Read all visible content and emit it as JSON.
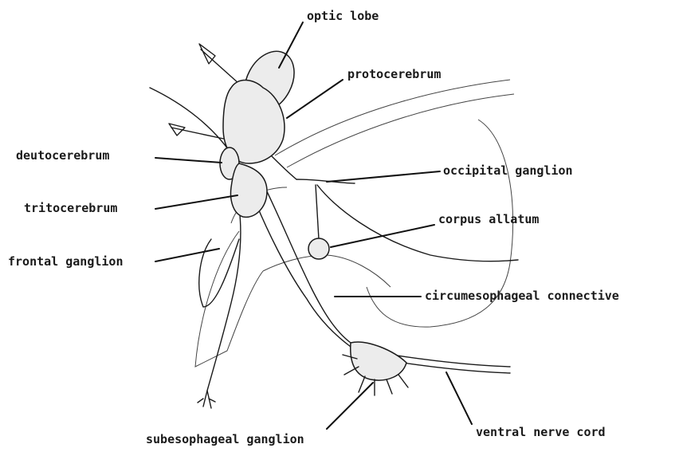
{
  "labels": {
    "optic_lobe": "optic lobe",
    "protocerebrum": "protocerebrum",
    "deutocerebrum": "deutocerebrum",
    "tritocerebrum": "tritocerebrum",
    "frontal_ganglion": "frontal ganglion",
    "occipital_ganglion": "occipital ganglion",
    "corpus_allatum": "corpus allatum",
    "circumesophageal_connective": "circumesophageal connective",
    "subesophageal_ganglion": "subesophageal ganglion",
    "ventral_nerve_cord": "ventral nerve cord"
  },
  "colors": {
    "ink": "#1a1a1a",
    "organ_fill": "#ececec",
    "background": "#ffffff"
  }
}
